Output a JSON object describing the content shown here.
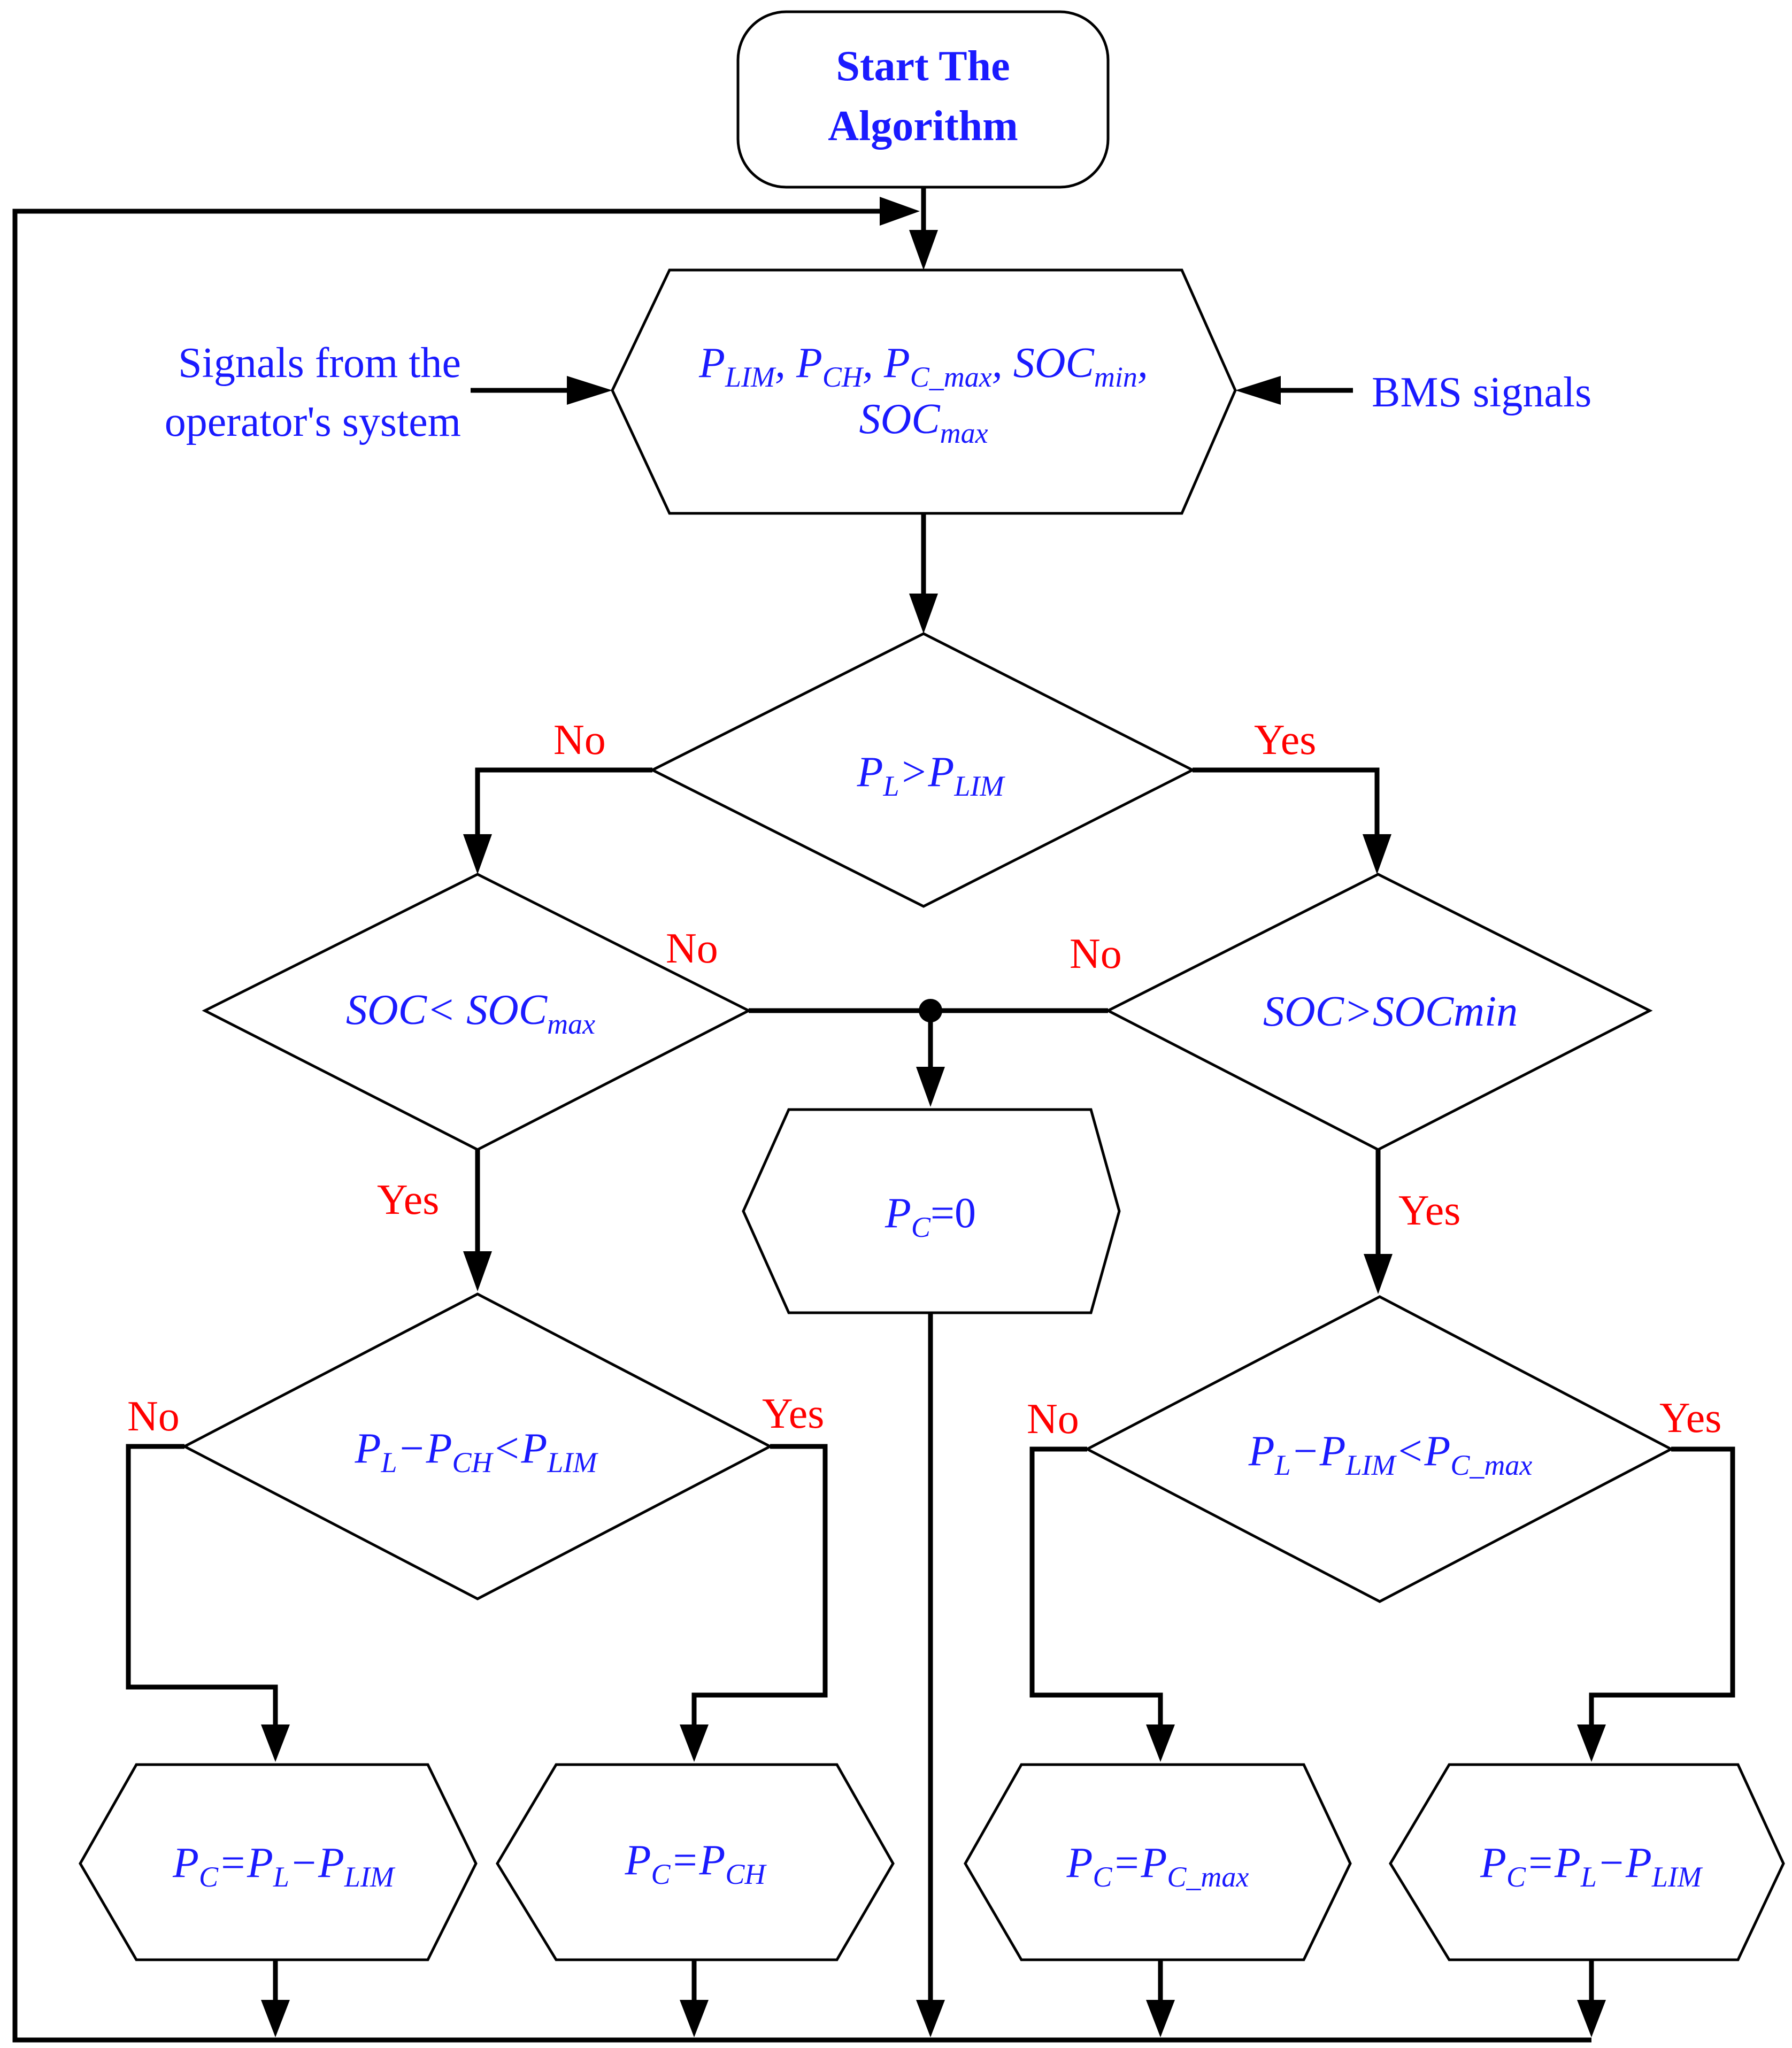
{
  "start": {
    "line1": "Start The",
    "line2": "Algorithm"
  },
  "inputs": {
    "line1_parts": [
      "P",
      "LIM",
      ", P",
      "CH",
      ", P",
      "C_max",
      ", SOC",
      "min",
      ","
    ],
    "line2_parts": [
      "SOC",
      "max"
    ]
  },
  "side_inputs": {
    "operator_line1": "Signals from the",
    "operator_line2": "operator's system",
    "bms": "BMS signals"
  },
  "decision_main": {
    "parts": [
      "P",
      "L",
      ">P",
      "LIM"
    ]
  },
  "decision_left": {
    "parts": [
      "SOC< SOC",
      "max"
    ]
  },
  "decision_right": {
    "text": "SOC>SOCmin"
  },
  "decision_ll": {
    "parts": [
      "P",
      "L",
      "−P",
      "CH",
      "<P",
      "LIM"
    ]
  },
  "decision_rr": {
    "parts": [
      "P",
      "L",
      "−P",
      "LIM",
      "<P",
      "C_max"
    ]
  },
  "process_zero": {
    "parts": [
      "P",
      "C",
      "=0"
    ]
  },
  "process_1": {
    "parts": [
      "P",
      "C",
      "=P",
      "L",
      "−P",
      "LIM"
    ]
  },
  "process_2": {
    "parts": [
      "P",
      "C",
      "=P",
      "CH"
    ]
  },
  "process_3": {
    "parts": [
      "P",
      "C",
      "=P",
      "C_max"
    ]
  },
  "process_4": {
    "parts": [
      "P",
      "C",
      "=P",
      "L",
      "−P",
      "LIM"
    ]
  },
  "labels": {
    "main_no": "No",
    "main_yes": "Yes",
    "left_no": "No",
    "left_yes": "Yes",
    "right_no": "No",
    "right_yes": "Yes",
    "ll_no": "No",
    "ll_yes": "Yes",
    "rr_no": "No",
    "rr_yes": "Yes"
  }
}
